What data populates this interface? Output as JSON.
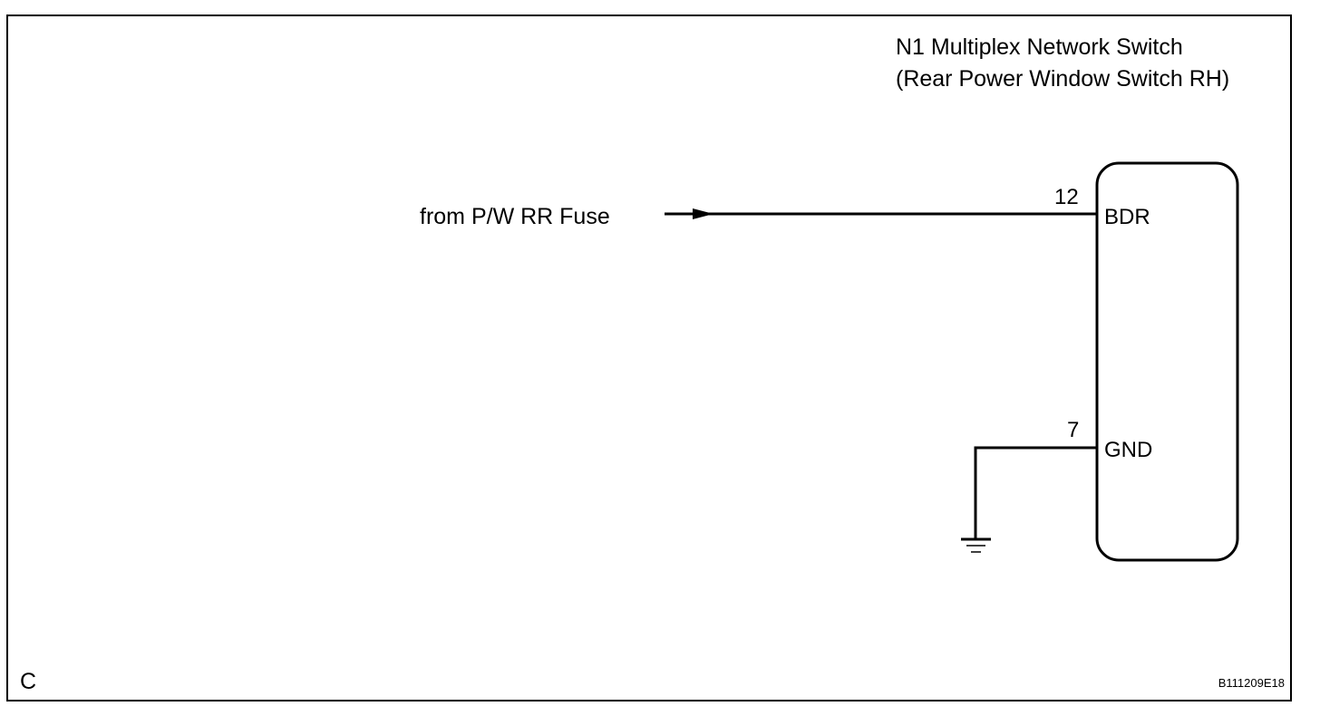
{
  "component": {
    "name_line1": "N1 Multiplex Network Switch",
    "name_line2": "(Rear Power Window Switch RH)"
  },
  "source": {
    "label": "from P/W RR Fuse"
  },
  "pins": [
    {
      "number": "12",
      "name": "BDR"
    },
    {
      "number": "7",
      "name": "GND"
    }
  ],
  "footer": {
    "section_letter": "C",
    "figure_code": "B111209E18"
  }
}
